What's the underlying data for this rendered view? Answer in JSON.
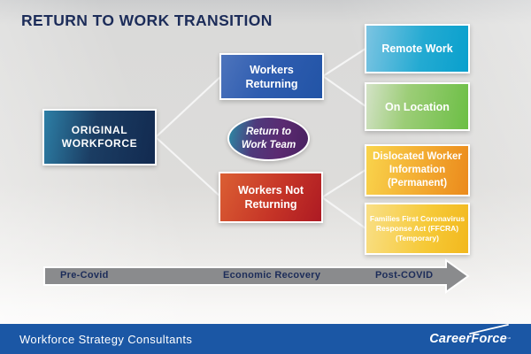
{
  "title": "RETURN TO WORK TRANSITION",
  "nodes": {
    "original": {
      "label": "ORIGINAL\nWORKFORCE",
      "color_start": "#2d7fa6",
      "color_end": "#122a50"
    },
    "workers_returning": {
      "label": "Workers\nReturning",
      "color_start": "#4d74bc",
      "color_end": "#2254a6"
    },
    "team": {
      "label": "Return to\nWork Team",
      "color_start": "#2a8da6",
      "color_end": "#5b2a71"
    },
    "workers_not_returning": {
      "label": "Workers Not\nReturning",
      "color_start": "#db5f33",
      "color_end": "#ad1a23"
    },
    "remote_work": {
      "label": "Remote Work",
      "color_start": "#7cc4e2",
      "color_end": "#09a0cd"
    },
    "on_location": {
      "label": "On Location",
      "color_start": "#d3e2c6",
      "color_end": "#6cbf45"
    },
    "dislocated": {
      "label": "Dislocated Worker\nInformation\n(Permanent)",
      "color_start": "#f9d44c",
      "color_end": "#eb8a1c"
    },
    "ffcra": {
      "label": "Families First Coronavirus\nResponse Act (FFCRA)\n(Temporary)",
      "color_start": "#f9df86",
      "color_end": "#f2b81e"
    }
  },
  "timeline": {
    "labels": [
      "Pre-Covid",
      "Economic Recovery",
      "Post-COVID"
    ],
    "arrow_color": "#8a8b8d"
  },
  "footer": {
    "company": "Workforce Strategy Consultants",
    "brand": "CareerForce",
    "brand_mark": "℠",
    "bar_color": "#1b57a5"
  },
  "colors": {
    "title_navy": "#1c2c59",
    "background_gray": "#dddcda",
    "connector_white": "#f5f5f5"
  }
}
